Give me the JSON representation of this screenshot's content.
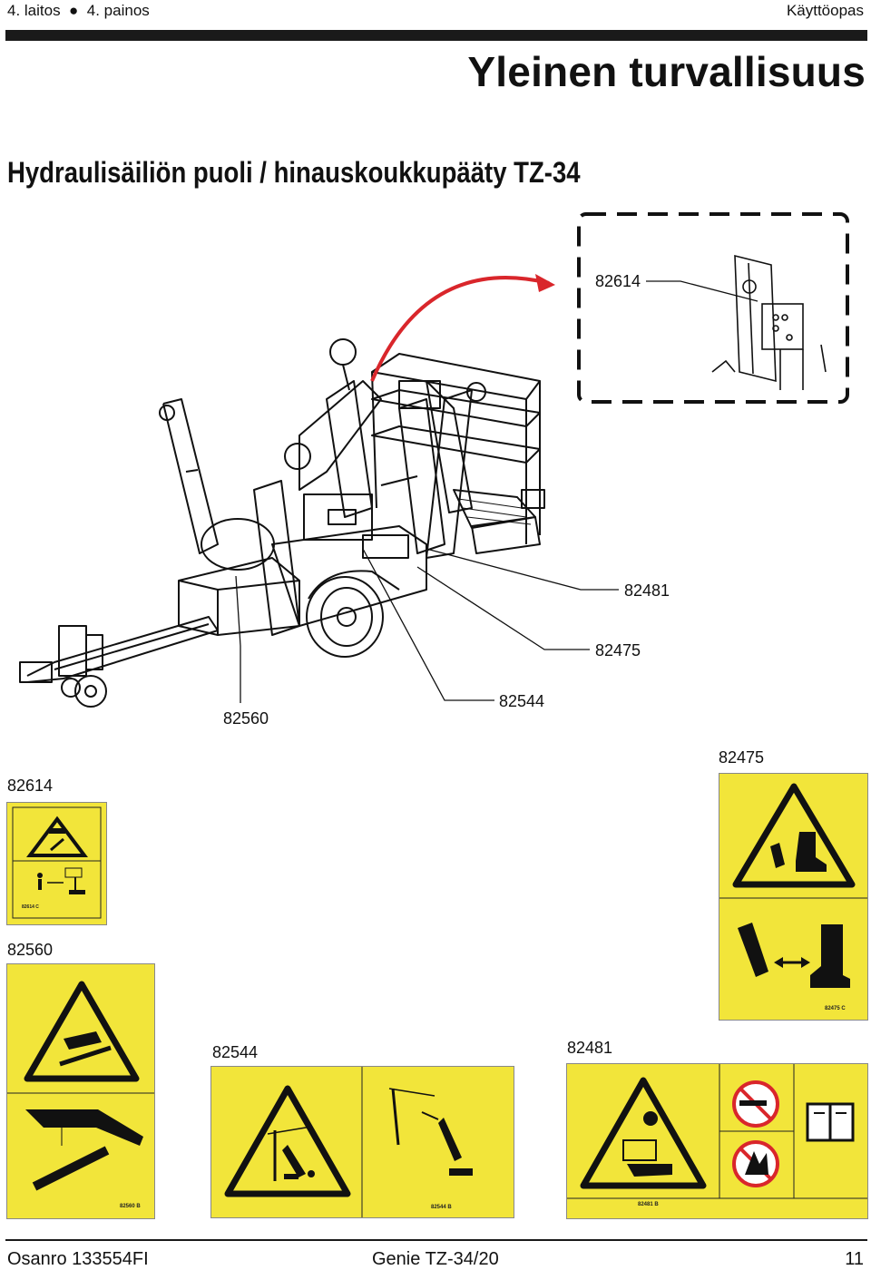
{
  "header": {
    "edition": "4. laitos",
    "printing": "4. painos",
    "manual_type": "Käyttöopas"
  },
  "title": "Yleinen turvallisuus",
  "subtitle": "Hydraulisäiliön puoli / hinauskoukkupääty TZ-34",
  "callouts": {
    "inset": "82614",
    "l82481": "82481",
    "l82475": "82475",
    "l82544": "82544",
    "l82560": "82560"
  },
  "decals": {
    "d82614": {
      "label": "82614",
      "code": "82614 C"
    },
    "d82475": {
      "label": "82475",
      "code": "82475  C"
    },
    "d82560": {
      "label": "82560",
      "code": "82560  B"
    },
    "d82544": {
      "label": "82544",
      "code": "82544  B"
    },
    "d82481": {
      "label": "82481",
      "code": "82481   B"
    }
  },
  "colors": {
    "decal_yellow": "#f2e53a",
    "arrow_red": "#d9262b"
  },
  "footer": {
    "part_number": "Osanro  133554FI",
    "model": "Genie  TZ-34/20",
    "page": "11"
  }
}
